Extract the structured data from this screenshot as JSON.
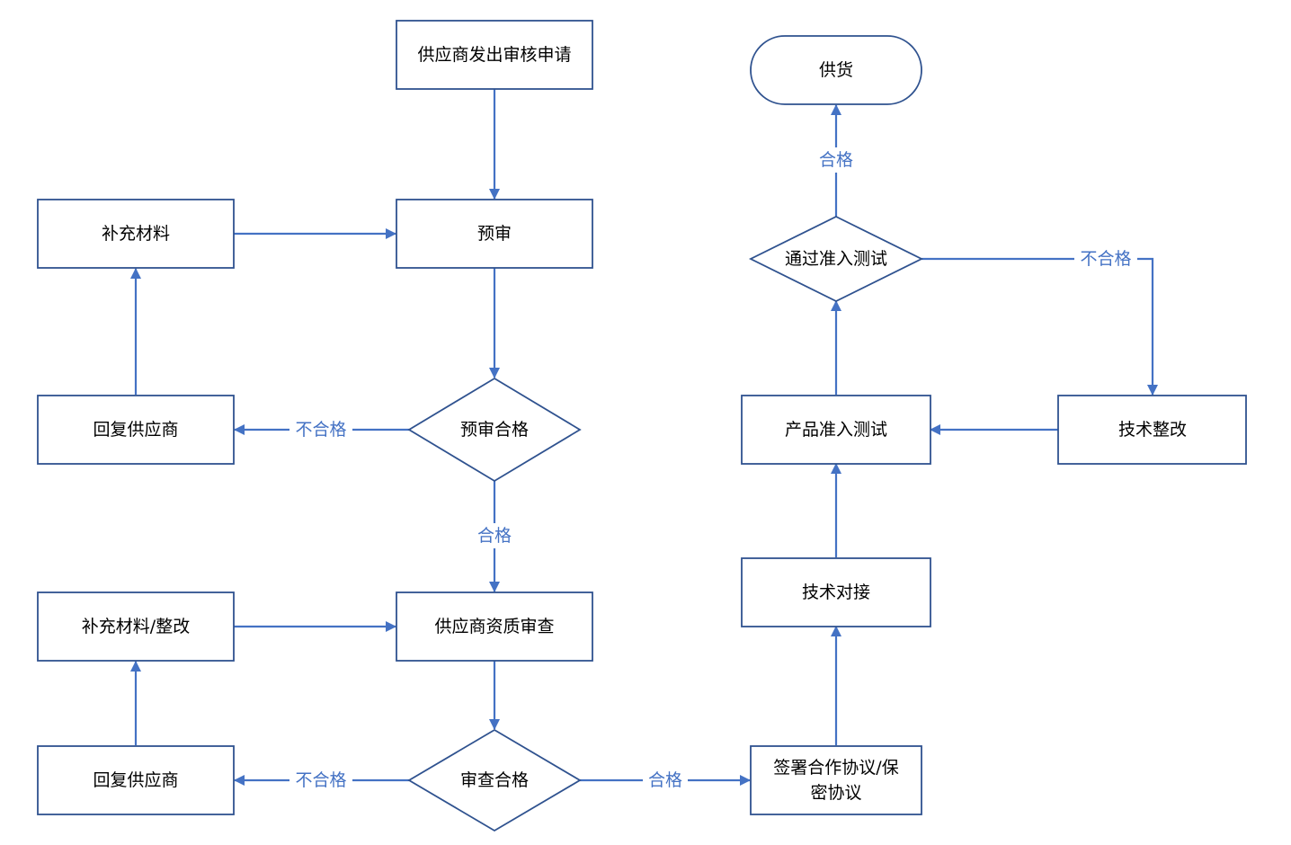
{
  "colors": {
    "stroke": "#2F528F",
    "edge": "#4472C4",
    "label": "#4472C4",
    "text": "#000000",
    "fill": "#FFFFFF"
  },
  "nodes": {
    "apply": "供应商发出审核申请",
    "pre_review": "预审",
    "supplement": "补充材料",
    "reply_1": "回复供应商",
    "pre_review_pass": "预审合格",
    "qualification_review": "供应商资质审查",
    "supplement_fix": "补充材料/整改",
    "reply_2": "回复供应商",
    "review_pass": "审查合格",
    "sign_line1": "签署合作协议/保",
    "sign_line2": "密协议",
    "tech_docking": "技术对接",
    "product_test": "产品准入测试",
    "tech_rectify": "技术整改",
    "pass_test": "通过准入测试",
    "supply": "供货"
  },
  "edges": {
    "fail_1": "不合格",
    "pass_1": "合格",
    "fail_2": "不合格",
    "pass_2": "合格",
    "fail_3": "不合格",
    "pass_3": "合格"
  }
}
